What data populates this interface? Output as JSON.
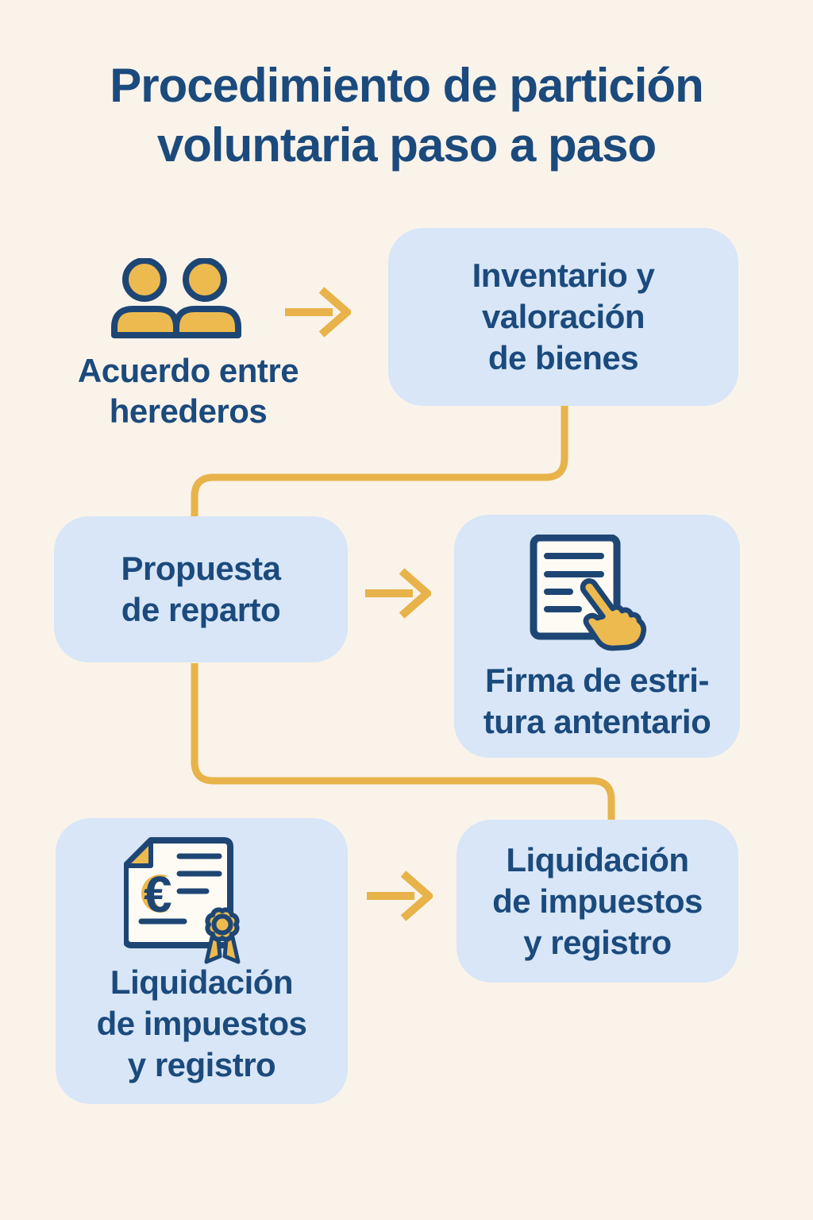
{
  "title": "Procedimiento de partición\nvoluntaria paso a paso",
  "colors": {
    "background": "#faf3ea",
    "box": "#d8e6f7",
    "text": "#1b4a7d",
    "accent": "#e7b34a",
    "icon_fill": "#ecba4e",
    "icon_line": "#1e4674",
    "paper": "#fdfbf4"
  },
  "steps": [
    {
      "name": "acuerdo-entre-herederos",
      "label": "Acuerdo entre\nherederos",
      "icon": "two-people-icon"
    },
    {
      "name": "inventario-valoracion-de-bienes",
      "label": "Inventario y\nvaloración\nde bienes",
      "icon": null
    },
    {
      "name": "propuesta-de-reparto",
      "label": "Propuesta\nde reparto",
      "icon": null
    },
    {
      "name": "firma-de-escritura",
      "label": "Firma de estri-\ntura antentario",
      "icon": "document-signing-hand-icon"
    },
    {
      "name": "liquidacion-impuestos-registro-izquierda",
      "label": "Liquidación\nde impuestos\ny registro",
      "icon": "tax-certificate-seal-icon"
    },
    {
      "name": "liquidacion-impuestos-registro-derecha",
      "label": "Liquidación\nde impuestos\ny registro",
      "icon": null
    }
  ],
  "flow": [
    {
      "from": "acuerdo-entre-herederos",
      "to": "inventario-valoracion-de-bienes",
      "connector": "arrow"
    },
    {
      "from": "inventario-valoracion-de-bienes",
      "to": "propuesta-de-reparto",
      "connector": "elbow-line"
    },
    {
      "from": "propuesta-de-reparto",
      "to": "firma-de-escritura",
      "connector": "arrow"
    },
    {
      "from": "propuesta-de-reparto",
      "to": "liquidacion-impuestos-registro-derecha",
      "connector": "elbow-line"
    },
    {
      "from": "liquidacion-impuestos-registro-izquierda",
      "to": "liquidacion-impuestos-registro-derecha",
      "connector": "arrow"
    }
  ]
}
